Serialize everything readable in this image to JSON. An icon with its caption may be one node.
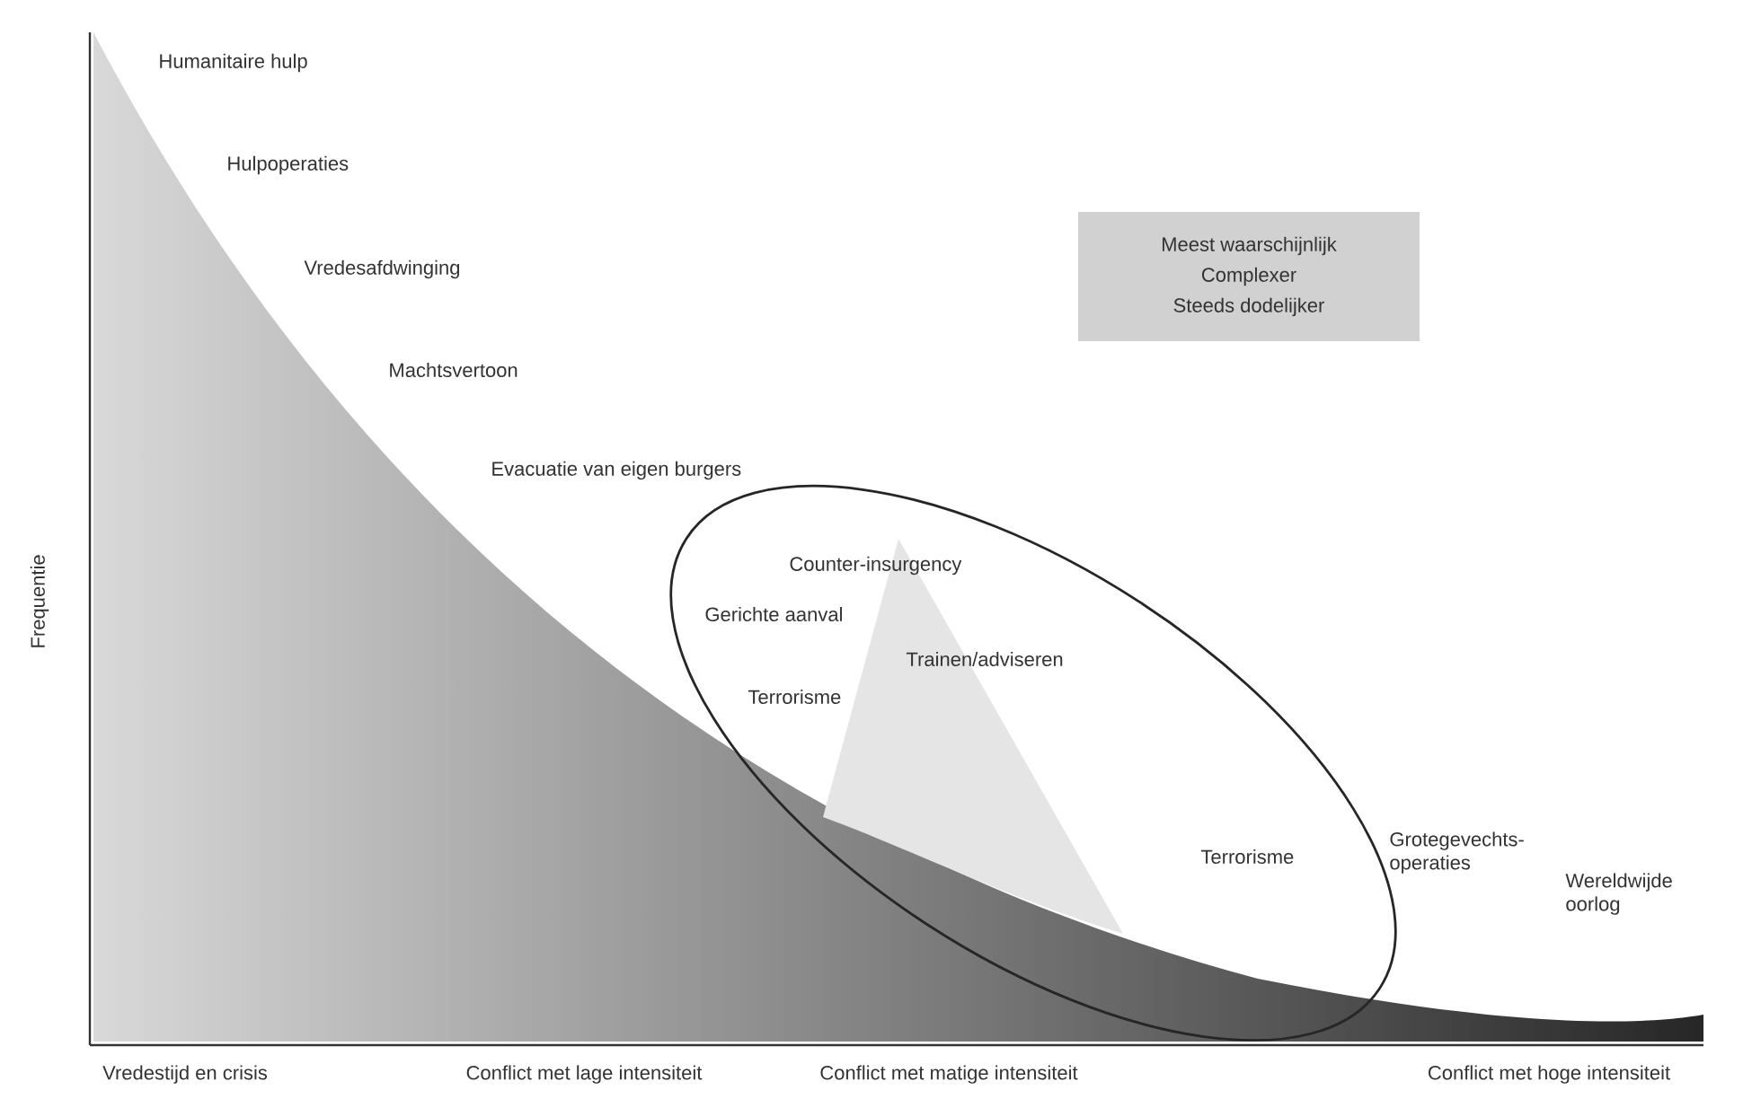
{
  "diagram": {
    "nodes": [
      {
        "text": [
          "Meest waarschijnlijk",
          "Complexer",
          "Steeds dodelijker"
        ]
      },
      {
        "text": [
          "Counter-insurgency",
          "Gerichte aanval",
          "Trainen/adviseren",
          "Terrorisme",
          "Terrorisme"
        ]
      }
    ],
    "labels": [
      "Humanitaire hulp",
      "Hulpoperaties",
      "Vredesafdwinging",
      "Machtsvertoon",
      "Evacuatie van eigen burgers",
      "Frequentie",
      "Grotegevechts- operaties",
      "Wereldwijde oorlog",
      "Vredestijd en crisis",
      "Conflict met lage intensiteit",
      "Conflict met matige intensiteit",
      "Conflict met hoge intensiteit"
    ]
  }
}
